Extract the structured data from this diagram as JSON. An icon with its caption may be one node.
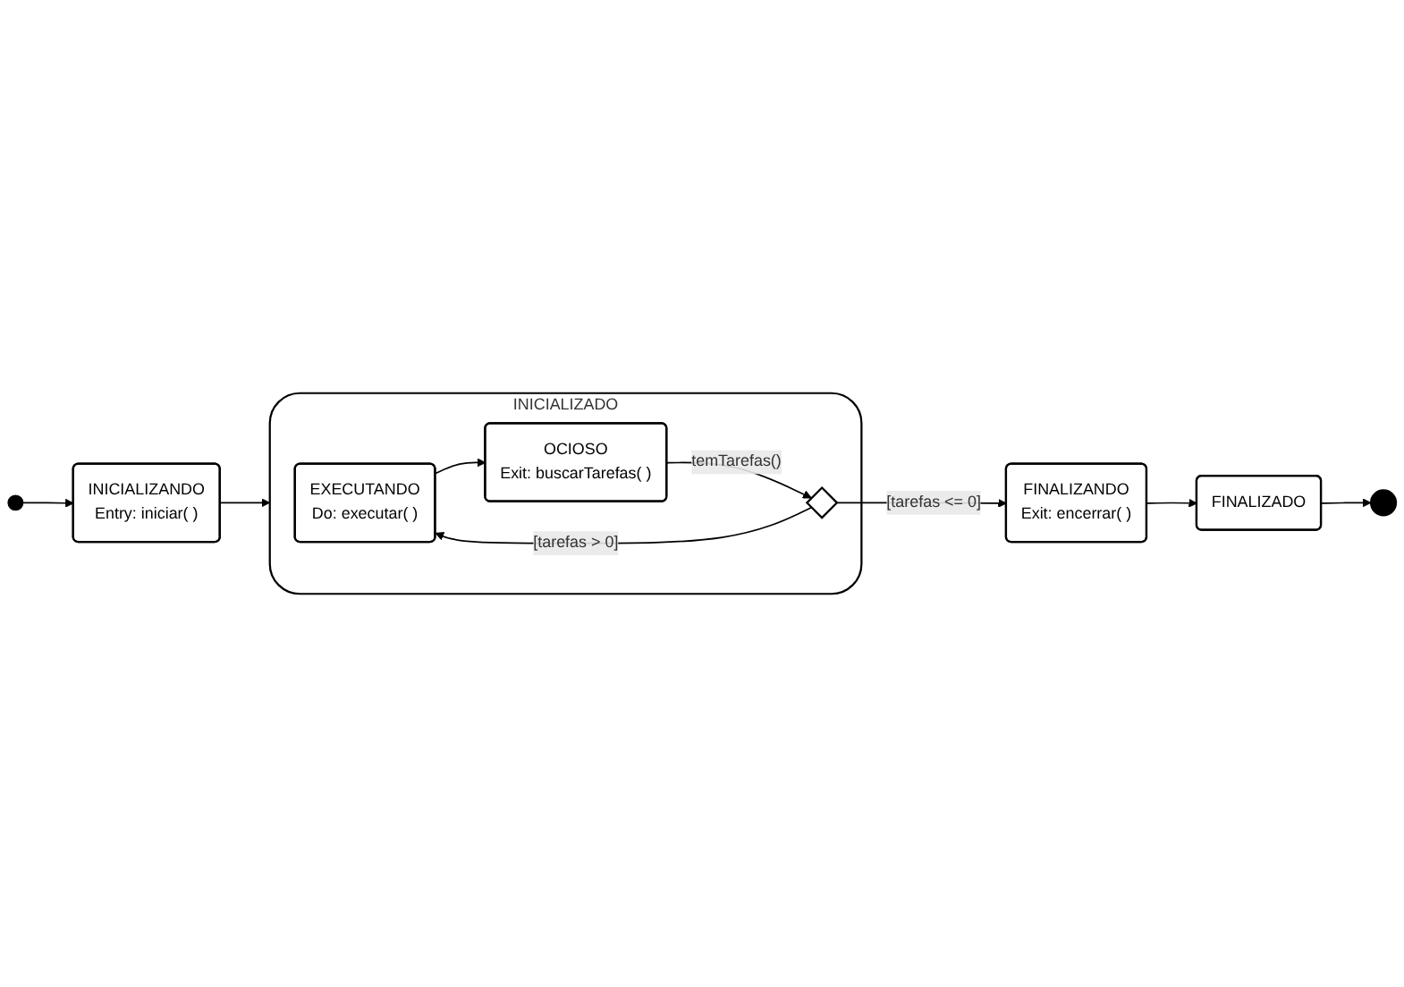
{
  "diagram": {
    "nodes": [
      {
        "text": [],
        "shape": "circle"
      },
      {
        "text": [
          "INICIALIZANDO",
          "Entry: iniciar( )"
        ]
      },
      {
        "text": [
          "INICIALIZADO"
        ]
      },
      {
        "text": [
          "EXECUTANDO",
          "Do: executar( )"
        ],
        "in": 2
      },
      {
        "text": [
          "OCIOSO",
          "Exit: buscarTarefas( )"
        ],
        "in": 2
      },
      {
        "text": [],
        "shape": "diamond",
        "in": 2
      },
      {
        "text": [
          "FINALIZANDO",
          "Exit: encerrar( )"
        ]
      },
      {
        "text": [
          "FINALIZADO"
        ]
      },
      {
        "text": [],
        "shape": "bullseye"
      }
    ],
    "edges": [
      {
        "from": 0,
        "to": 1,
        "arrow": "to"
      },
      {
        "from": 1,
        "to": 2,
        "arrow": "to"
      },
      {
        "from": 3,
        "to": 4,
        "arrow": "to"
      },
      {
        "from": 4,
        "to": 5,
        "arrow": "to",
        "label": "temTarefas()"
      },
      {
        "from": 5,
        "to": 3,
        "arrow": "to",
        "label": "[tarefas > 0]"
      },
      {
        "from": 5,
        "to": 6,
        "arrow": "to",
        "label": "[tarefas <= 0]"
      },
      {
        "from": 6,
        "to": 7,
        "arrow": "to"
      },
      {
        "from": 7,
        "to": 8,
        "arrow": "to"
      }
    ]
  }
}
